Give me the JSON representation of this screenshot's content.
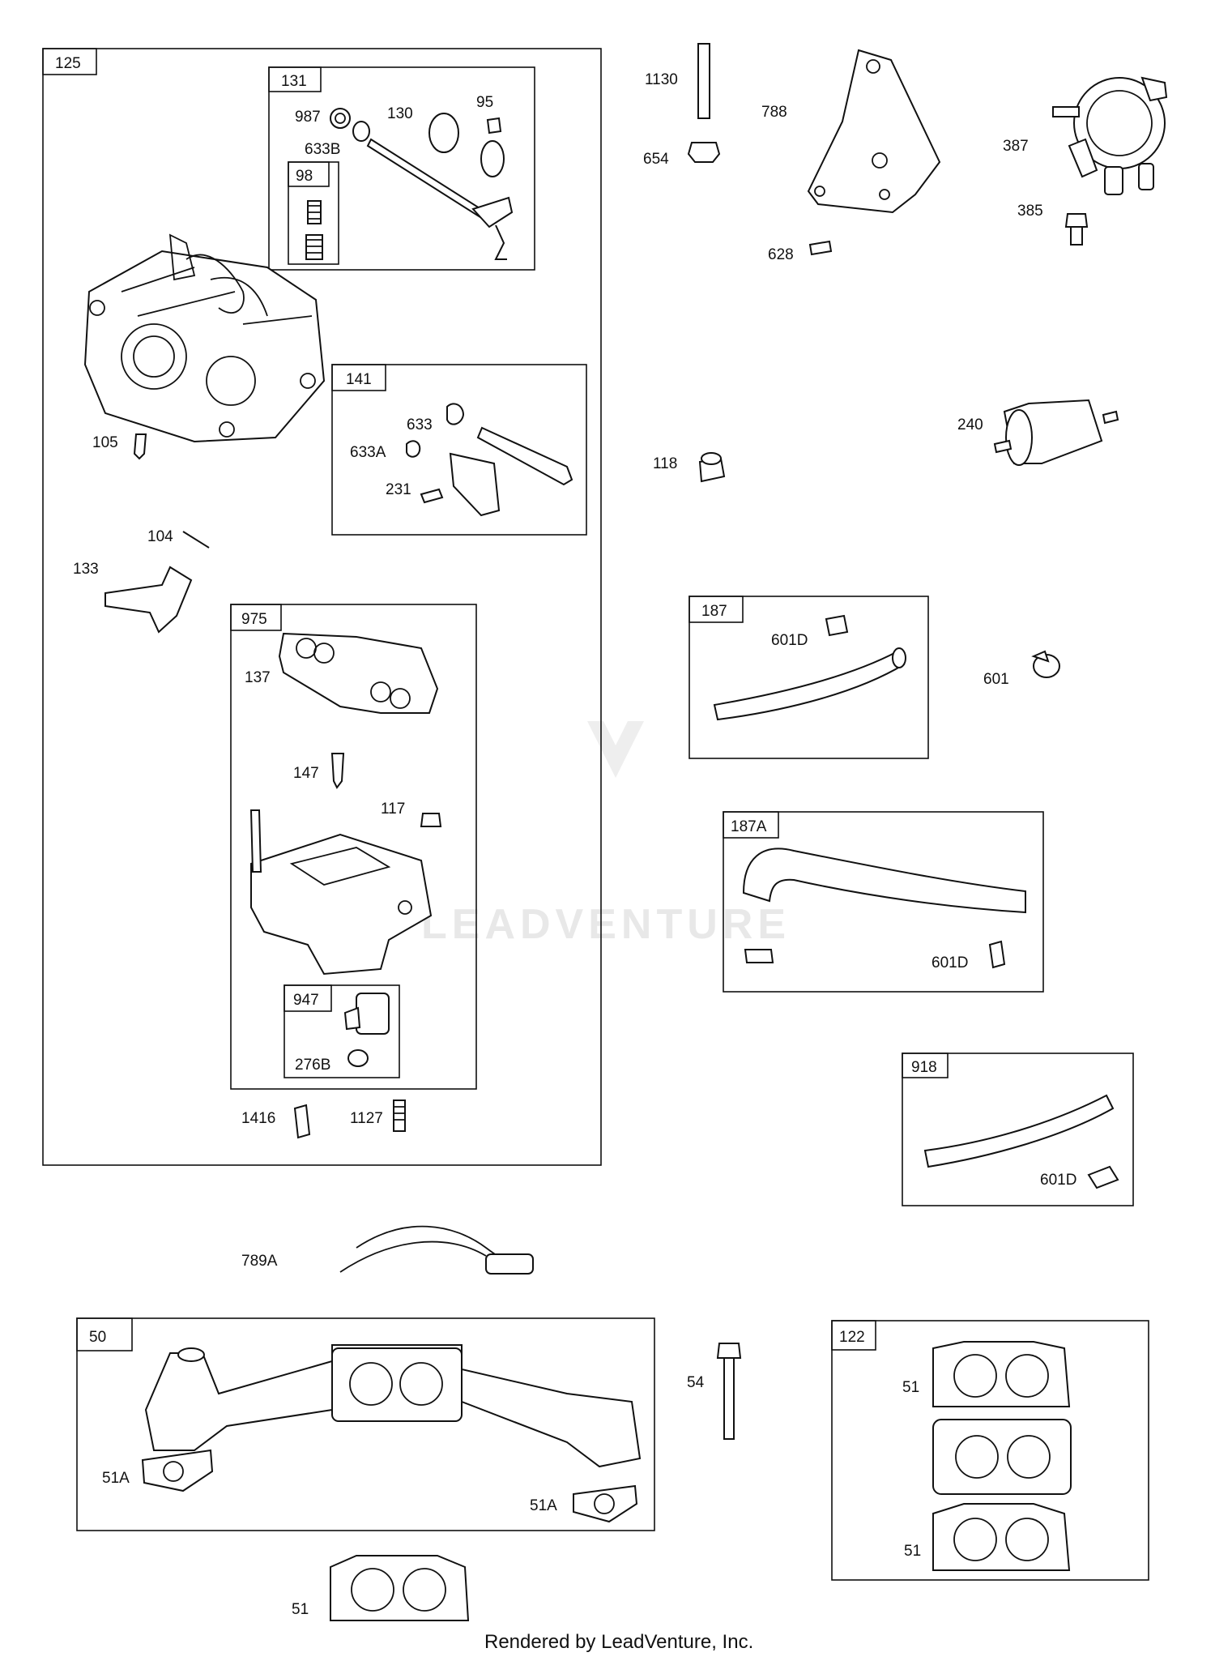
{
  "footer": "Rendered by LeadVenture, Inc.",
  "watermark": "LEADVENTURE",
  "boxes": [
    {
      "id": "125"
    },
    {
      "id": "131"
    },
    {
      "id": "98"
    },
    {
      "id": "141"
    },
    {
      "id": "975"
    },
    {
      "id": "947"
    },
    {
      "id": "187"
    },
    {
      "id": "187A"
    },
    {
      "id": "918"
    },
    {
      "id": "50"
    },
    {
      "id": "122"
    }
  ],
  "labels": [
    "987",
    "633B",
    "130",
    "95",
    "105",
    "633",
    "633A",
    "231",
    "104",
    "133",
    "137",
    "147",
    "117",
    "276B",
    "1416",
    "1127",
    "1130",
    "654",
    "788",
    "628",
    "387",
    "385",
    "240",
    "118",
    "601D",
    "601",
    "601D",
    "601D",
    "789A",
    "51A",
    "51A",
    "51",
    "54",
    "51",
    "51"
  ]
}
